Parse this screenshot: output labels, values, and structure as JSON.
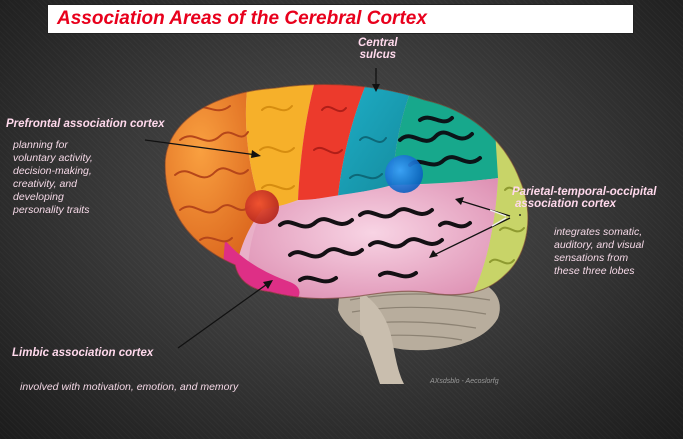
{
  "title": "Association Areas of the Cerebral Cortex",
  "labels": {
    "central_sulcus": [
      "Central",
      "sulcus"
    ],
    "prefrontal": {
      "name": "Prefrontal association cortex",
      "description": [
        "planning for",
        "voluntary activity,",
        "decision-making,",
        "creativity, and",
        "developing",
        "personality traits"
      ]
    },
    "parietal": {
      "name": [
        "Parietal-temporal-occipital",
        "association cortex"
      ],
      "description": [
        "integrates somatic,",
        "auditory, and visual",
        "sensations from",
        "these three lobes"
      ]
    },
    "limbic": {
      "name": "Limbic association cortex",
      "description": "involved with motivation, emotion, and memory"
    }
  },
  "signature": "AXsdsblo - Aecoslorfg",
  "colors": {
    "title": "#e8001c",
    "prefrontal_region": "#f08a1c",
    "premotor_region": "#f7b32b",
    "motor_region": "#ee3a2a",
    "somatosensory_region": "#1fa0b8",
    "parietal_region": "#15a58a",
    "occipital_region": "#c9d36a",
    "temporal_region": "#f3b6d0",
    "limbic_region": "#e0338a",
    "label_text": "#ffd9ec"
  }
}
